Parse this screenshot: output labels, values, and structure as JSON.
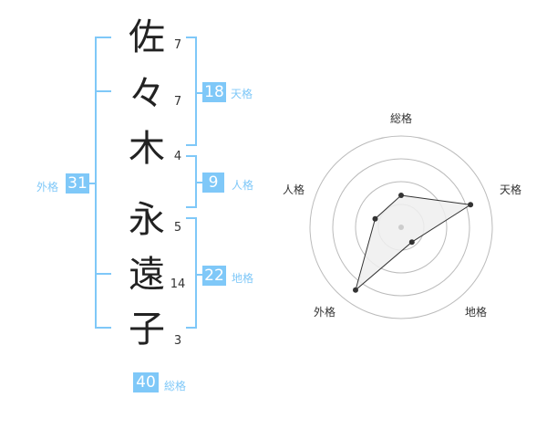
{
  "name_chars": [
    {
      "char": "佐",
      "strokes": "7"
    },
    {
      "char": "々",
      "strokes": "7"
    },
    {
      "char": "木",
      "strokes": "4"
    },
    {
      "char": "永",
      "strokes": "5"
    },
    {
      "char": "遠",
      "strokes": "14"
    },
    {
      "char": "子",
      "strokes": "3"
    }
  ],
  "kaku": {
    "tenkaku": {
      "label": "天格",
      "value": "18"
    },
    "jinkaku": {
      "label": "人格",
      "value": "9"
    },
    "chikaku": {
      "label": "地格",
      "value": "22"
    },
    "gaikaku": {
      "label": "外格",
      "value": "31"
    },
    "soukaku": {
      "label": "総格",
      "value": "40"
    }
  },
  "colors": {
    "accent": "#7fc8f8",
    "text": "#222222"
  },
  "chart_data": {
    "type": "radar",
    "axes": [
      "総格",
      "天格",
      "地格",
      "外格",
      "人格"
    ],
    "values": [
      0.35,
      0.8,
      0.2,
      0.85,
      0.3
    ],
    "scale_max": 1,
    "rings": 4
  }
}
